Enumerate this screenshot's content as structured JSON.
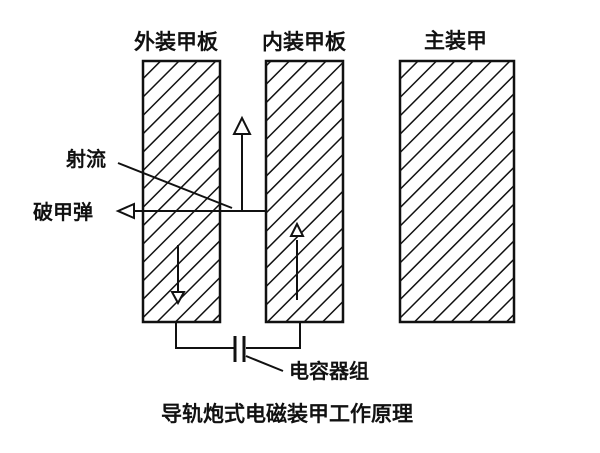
{
  "labels": {
    "outer_plate": "外装甲板",
    "inner_plate": "内装甲板",
    "main_armor": "主装甲",
    "jet": "射流",
    "projectile": "破甲弹",
    "capacitor": "电容器组"
  },
  "caption": "导轨炮式电磁装甲工作原理",
  "colors": {
    "stroke": "#111111",
    "background": "#ffffff"
  }
}
